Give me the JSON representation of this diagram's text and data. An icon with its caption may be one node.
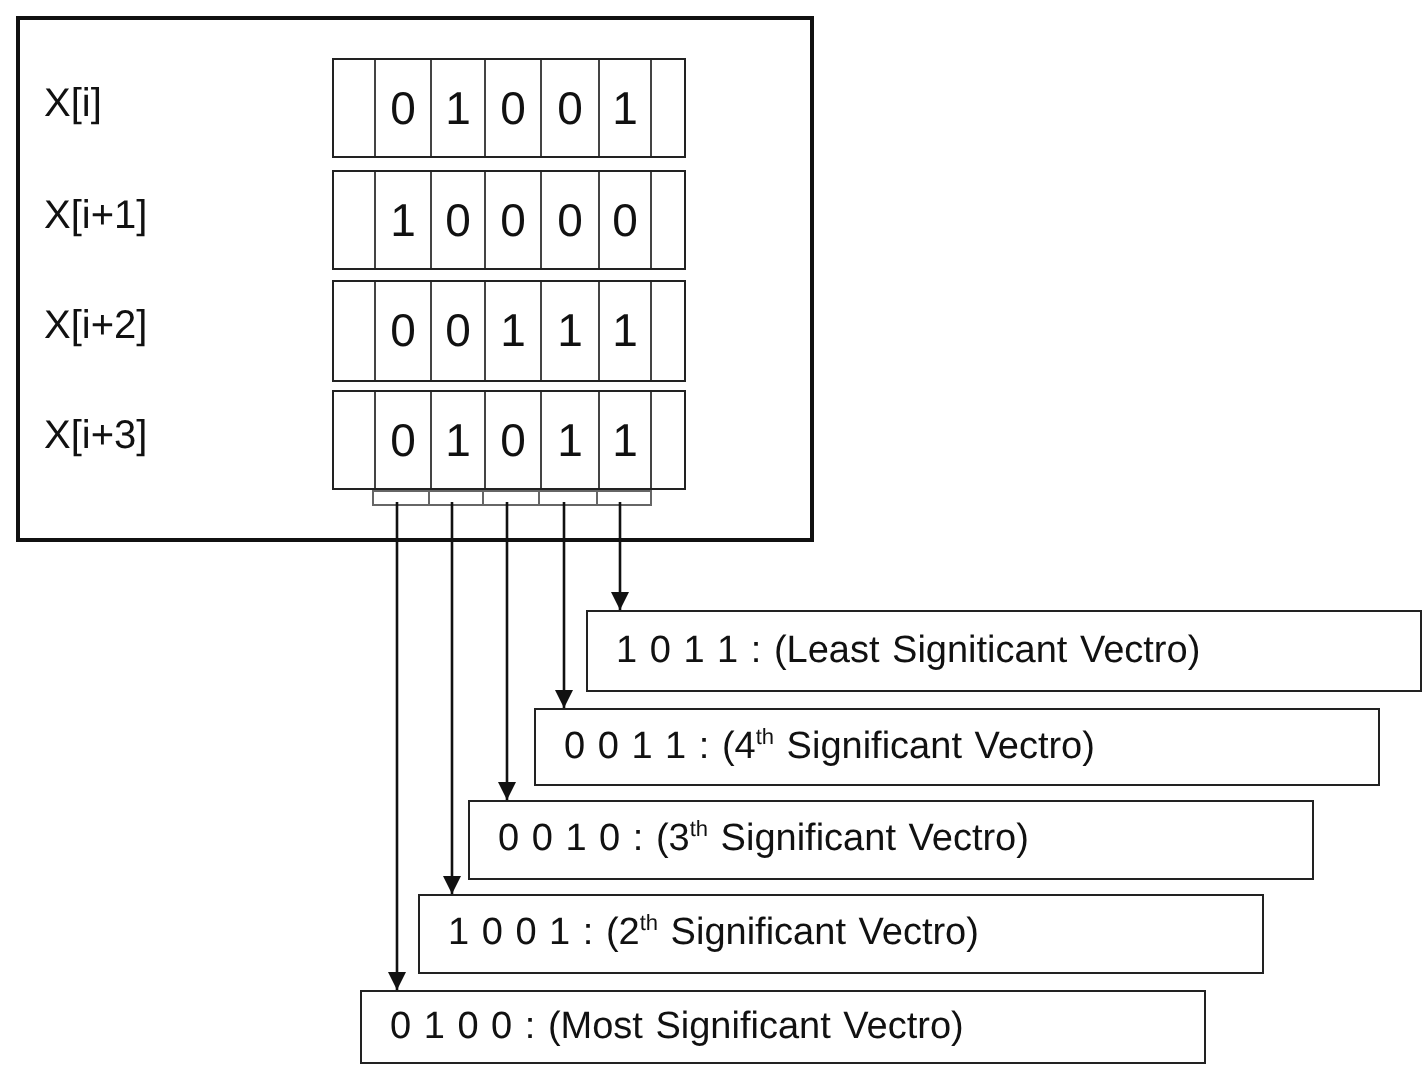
{
  "diagram": {
    "nodes": [
      {
        "text": [],
        "shape": "box"
      },
      {
        "text": [
          "0",
          "1",
          "0",
          "0",
          "1"
        ],
        "in": 0
      },
      {
        "text": [
          "1",
          "0",
          "0",
          "0",
          "0"
        ],
        "in": 0
      },
      {
        "text": [
          "0",
          "0",
          "1",
          "1",
          "1"
        ],
        "in": 0
      },
      {
        "text": [
          "0",
          "1",
          "0",
          "1",
          "1"
        ],
        "in": 0
      },
      {
        "text": [],
        "shape": "bar",
        "in": 0
      },
      {
        "text": [],
        "shape": "bar",
        "in": 0
      },
      {
        "text": [],
        "shape": "bar",
        "in": 0
      },
      {
        "text": [],
        "shape": "bar",
        "in": 0
      },
      {
        "text": [],
        "shape": "bar",
        "in": 0
      },
      {
        "text": [
          "1 0 1 1 : (Least Signiticant Vectro)"
        ]
      },
      {
        "text": [
          "0 0 1 1 : (4$^{th}$ Significant Vectro)"
        ]
      },
      {
        "text": [
          "0 0 1 0 : (3$^{th}$ Significant Vectro)"
        ]
      },
      {
        "text": [
          "1 0 0 1 : (2$^{th}$ Significant Vectro)"
        ]
      },
      {
        "text": [
          "0 1 0 0 : (Most Significant Vectro)"
        ]
      }
    ],
    "edges": [
      {
        "from": 5,
        "to": 14,
        "arrow": "to"
      },
      {
        "from": 6,
        "to": 13,
        "arrow": "to"
      },
      {
        "from": 7,
        "to": 12,
        "arrow": "to"
      },
      {
        "from": 8,
        "to": 11,
        "arrow": "to"
      },
      {
        "from": 9,
        "to": 10,
        "arrow": "to"
      }
    ],
    "labels": [
      "X[i]",
      "X[i+1]",
      "X[i+2]",
      "X[i+3]"
    ]
  }
}
